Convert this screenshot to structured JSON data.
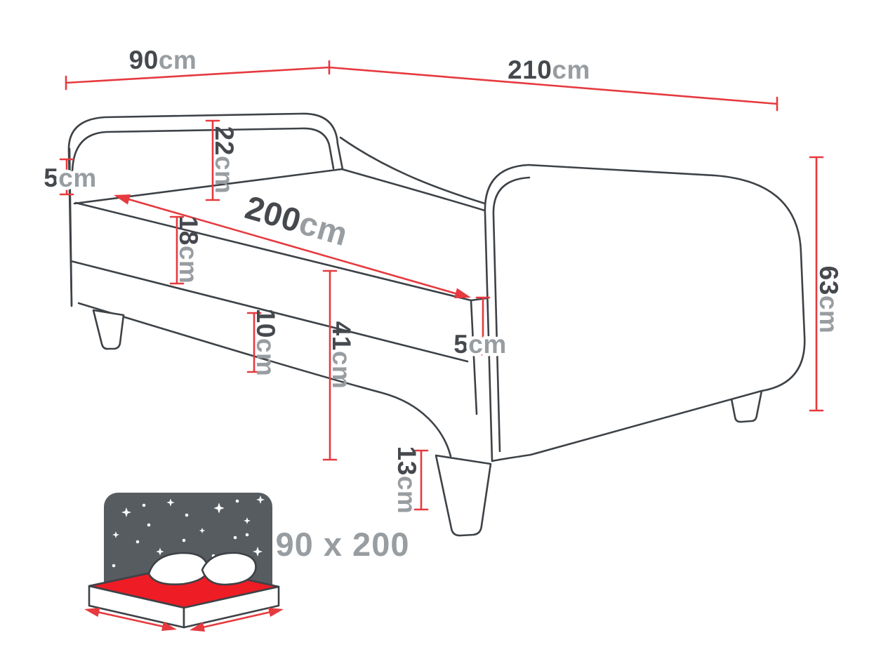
{
  "palette": {
    "background": "#ffffff",
    "line_color": "#3d4247",
    "dim_color": "#e63a3f",
    "number_color": "#45494e",
    "unit_color": "#989da1",
    "icon_panel_color": "#575c60",
    "icon_star_color": "#ffffff",
    "icon_mattress_top_color": "#ee1c25"
  },
  "dims": {
    "top_width": {
      "value": "90",
      "unit": "cm"
    },
    "top_length": {
      "value": "210",
      "unit": "cm"
    },
    "headboard_above_mattress": {
      "value": "22",
      "unit": "cm"
    },
    "headboard_thickness": {
      "value": "5",
      "unit": "cm"
    },
    "mattress_length": {
      "value": "200",
      "unit": "cm"
    },
    "mattress_height": {
      "value": "18",
      "unit": "cm"
    },
    "base_height": {
      "value": "10",
      "unit": "cm"
    },
    "height_to_mattress_top": {
      "value": "41",
      "unit": "cm"
    },
    "footboard_thickness": {
      "value": "5",
      "unit": "cm"
    },
    "footboard_height": {
      "value": "63",
      "unit": "cm"
    },
    "leg_height": {
      "value": "13",
      "unit": "cm"
    }
  },
  "size_label": "90 x 200"
}
